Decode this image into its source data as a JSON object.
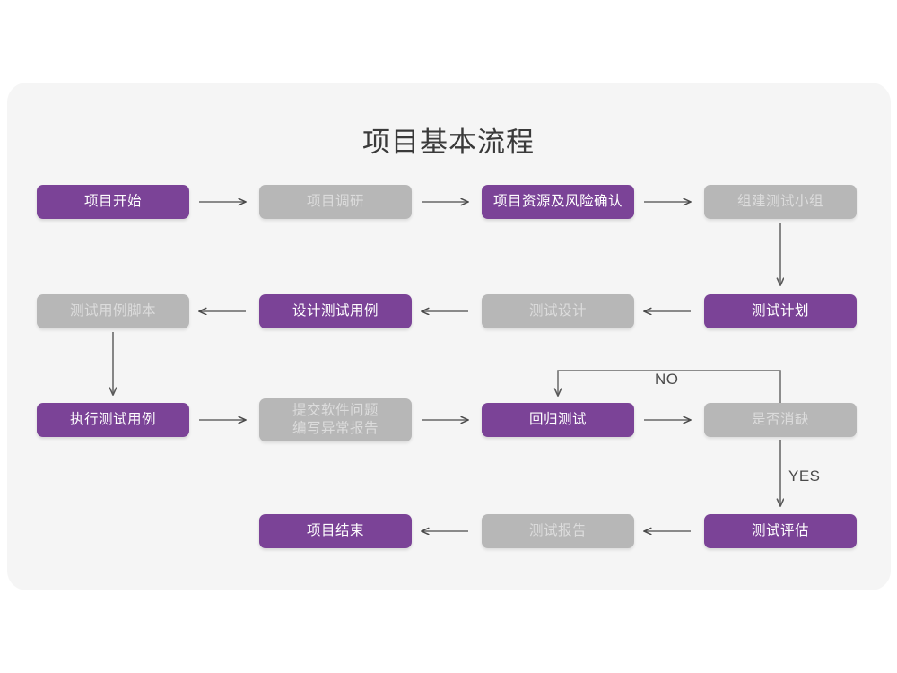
{
  "page": {
    "title": "项目基本流程",
    "background": "#ffffff",
    "panel_color": "#f5f5f5",
    "accent_purple": "#7b4397",
    "muted_gray": "#b7b7b7"
  },
  "flow": {
    "type": "flowchart",
    "rows": [
      {
        "row": 1,
        "direction": "left-to-right",
        "nodes": [
          {
            "id": "n1",
            "label": "项目开始",
            "style": "purple",
            "col": 1
          },
          {
            "id": "n2",
            "label": "项目调研",
            "style": "gray",
            "col": 2
          },
          {
            "id": "n3",
            "label": "项目资源及风险确认",
            "style": "purple",
            "col": 3
          },
          {
            "id": "n4",
            "label": "组建测试小组",
            "style": "gray",
            "col": 4
          }
        ]
      },
      {
        "row": 2,
        "direction": "right-to-left",
        "nodes": [
          {
            "id": "n5",
            "label": "测试用例脚本",
            "style": "gray",
            "col": 1
          },
          {
            "id": "n6",
            "label": "设计测试用例",
            "style": "purple",
            "col": 2
          },
          {
            "id": "n7",
            "label": "测试设计",
            "style": "gray",
            "col": 3
          },
          {
            "id": "n8",
            "label": "测试计划",
            "style": "purple",
            "col": 4
          }
        ]
      },
      {
        "row": 3,
        "direction": "left-to-right",
        "nodes": [
          {
            "id": "n9",
            "label": "执行测试用例",
            "style": "purple",
            "col": 1
          },
          {
            "id": "n10",
            "label_line1": "提交软件问题",
            "label_line2": "编写异常报告",
            "style": "gray",
            "col": 2
          },
          {
            "id": "n11",
            "label": "回归测试",
            "style": "purple",
            "col": 3
          },
          {
            "id": "n12",
            "label": "是否消缺",
            "style": "gray",
            "col": 4
          }
        ]
      },
      {
        "row": 4,
        "direction": "right-to-left",
        "nodes": [
          {
            "id": "n13",
            "label": "项目结束",
            "style": "purple",
            "col": 2
          },
          {
            "id": "n14",
            "label": "测试报告",
            "style": "gray",
            "col": 3
          },
          {
            "id": "n15",
            "label": "测试评估",
            "style": "purple",
            "col": 4
          }
        ]
      }
    ],
    "edge_labels": {
      "no": "NO",
      "yes": "YES"
    },
    "edges": [
      {
        "from": "n1",
        "to": "n2",
        "kind": "arrow-right"
      },
      {
        "from": "n2",
        "to": "n3",
        "kind": "arrow-right"
      },
      {
        "from": "n3",
        "to": "n4",
        "kind": "arrow-right"
      },
      {
        "from": "n4",
        "to": "n8",
        "kind": "arrow-down"
      },
      {
        "from": "n8",
        "to": "n7",
        "kind": "arrow-left"
      },
      {
        "from": "n7",
        "to": "n6",
        "kind": "arrow-left"
      },
      {
        "from": "n6",
        "to": "n5",
        "kind": "arrow-left"
      },
      {
        "from": "n5",
        "to": "n9",
        "kind": "arrow-down"
      },
      {
        "from": "n9",
        "to": "n10",
        "kind": "arrow-right"
      },
      {
        "from": "n10",
        "to": "n11",
        "kind": "arrow-right"
      },
      {
        "from": "n11",
        "to": "n12",
        "kind": "arrow-right"
      },
      {
        "from": "n12",
        "to": "n11",
        "kind": "loop-back-top",
        "label": "NO"
      },
      {
        "from": "n12",
        "to": "n15",
        "kind": "arrow-down",
        "label": "YES"
      },
      {
        "from": "n15",
        "to": "n14",
        "kind": "arrow-left"
      },
      {
        "from": "n14",
        "to": "n13",
        "kind": "arrow-left"
      }
    ]
  }
}
